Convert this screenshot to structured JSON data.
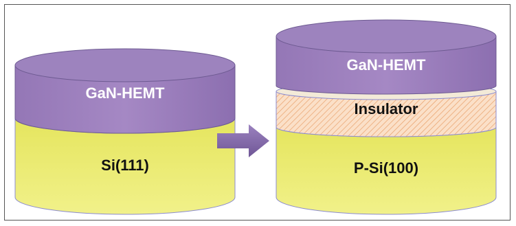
{
  "left_stack": {
    "top_layer": "GaN-HEMT",
    "substrate": "Si(111)"
  },
  "right_stack": {
    "top_layer": "GaN-HEMT",
    "middle_layer": "Insulator",
    "substrate": "P-Si(100)"
  },
  "colors": {
    "gan_purple": "#8f6cb0",
    "gan_top": "#b9a3d0",
    "si_yellow": "#eaea6a",
    "insulator_orange": "#f6c9a4",
    "arrow": "#7e63a6"
  }
}
